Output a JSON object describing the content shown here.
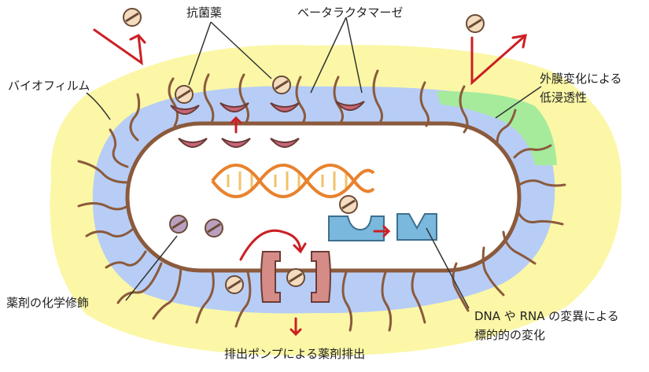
{
  "labels": {
    "antibiotic": "抗菌薬",
    "beta_lactamase": "ベータラクタマーゼ",
    "biofilm": "バイオフィルム",
    "outer_membrane_line1": "外膜変化による",
    "outer_membrane_line2": "低浸透性",
    "drug_modification": "薬剤の化学修飾",
    "target_change_line1": "DNA や RNA の変異による",
    "target_change_line2": "標的的の変化",
    "efflux": "排出ポンプによる薬剤排出"
  },
  "colors": {
    "biofilm": "#fbf7a6",
    "periplasm": "#b7cdf6",
    "outer_membrane_change": "#a6eb9b",
    "membrane": "#8b5a3c",
    "enzyme": "#c9667a",
    "arrow": "#cc1f24",
    "pill": "#f4dcbf",
    "modified_pill": "#b9a0c0",
    "target": "#7ab8dd",
    "dna_orange": "#e8822e",
    "dna_rungs": "#f0c36a"
  }
}
